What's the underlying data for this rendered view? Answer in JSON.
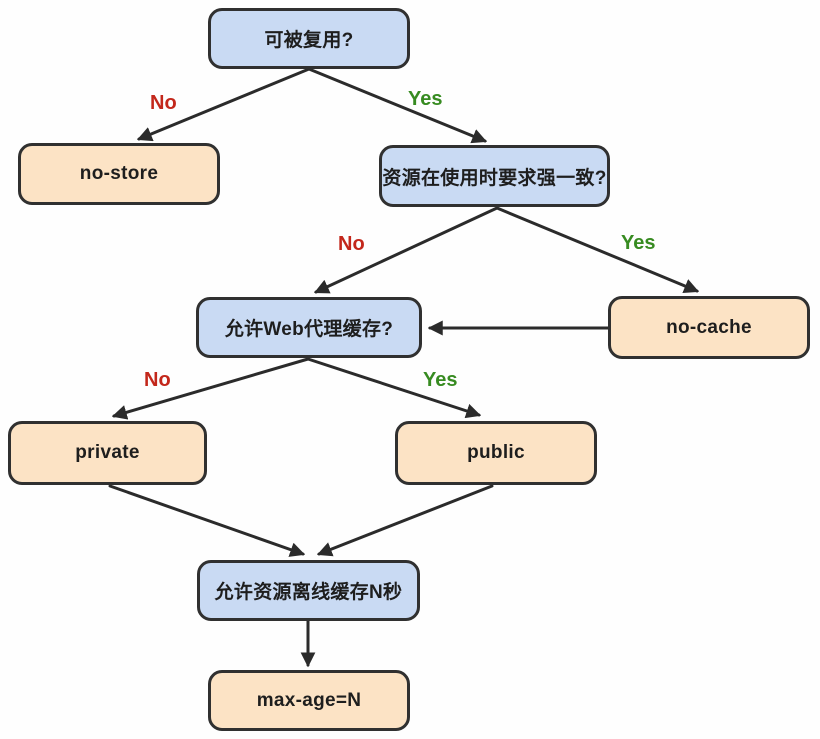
{
  "nodes": {
    "reusable": {
      "label": "可被复用?",
      "type": "decision"
    },
    "no_store": {
      "label": "no-store",
      "type": "result"
    },
    "strong": {
      "label": "资源在使用时要求强一致?",
      "type": "decision"
    },
    "proxy": {
      "label": "允许Web代理缓存?",
      "type": "decision"
    },
    "no_cache": {
      "label": "no-cache",
      "type": "result"
    },
    "private": {
      "label": "private",
      "type": "result"
    },
    "public": {
      "label": "public",
      "type": "result"
    },
    "offline": {
      "label": "允许资源离线缓存N秒",
      "type": "decision"
    },
    "max_age": {
      "label": "max-age=N",
      "type": "result"
    }
  },
  "edge_labels": {
    "top_no": "No",
    "top_yes": "Yes",
    "mid_no": "No",
    "mid_yes": "Yes",
    "proxy_no": "No",
    "proxy_yes": "Yes"
  },
  "colors": {
    "decision_fill": "#c9daf3",
    "result_fill": "#fce3c5",
    "node_border": "#303030",
    "arrow": "#2b2b2b",
    "no_label": "#c3271b",
    "yes_label": "#378b21",
    "background": "#fefefe"
  }
}
